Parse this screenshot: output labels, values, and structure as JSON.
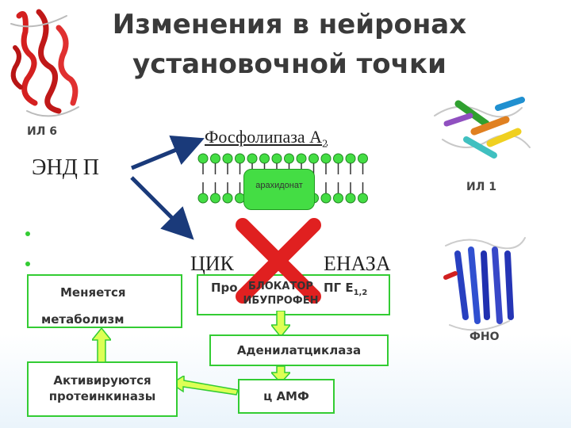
{
  "title": {
    "line1": "Изменения в нейронах",
    "line2": "установочной точки"
  },
  "proteins": {
    "il6": "ИЛ 6",
    "il1": "ИЛ 1",
    "tnf": "ФНО"
  },
  "phospholipase": {
    "name": "Фосфолипаза А",
    "subscript": "2"
  },
  "endp": "ЭНД П",
  "membrane_label": "арахидонат",
  "cox": {
    "left": "ЦИК",
    "right": "ЕНАЗА"
  },
  "prostaglandin": {
    "left": "Про",
    "right": "ПГ Е",
    "subscript": "1,2"
  },
  "blocker": {
    "line1": "БЛОКАТОР",
    "line2": "ИБУПРОФЕН"
  },
  "boxes": {
    "metabolism": {
      "line1": "Меняется",
      "line2": "метаболизм"
    },
    "adenylate": "Аденилатциклаза",
    "camp": "ц АМФ",
    "kinases": {
      "line1": "Активируются",
      "line2": "протеинкиназы"
    }
  },
  "colors": {
    "arrow_blue": "#1a3a7a",
    "box_green": "#33cc33",
    "cross_red": "#e02020",
    "membrane_green": "#44dd44"
  }
}
